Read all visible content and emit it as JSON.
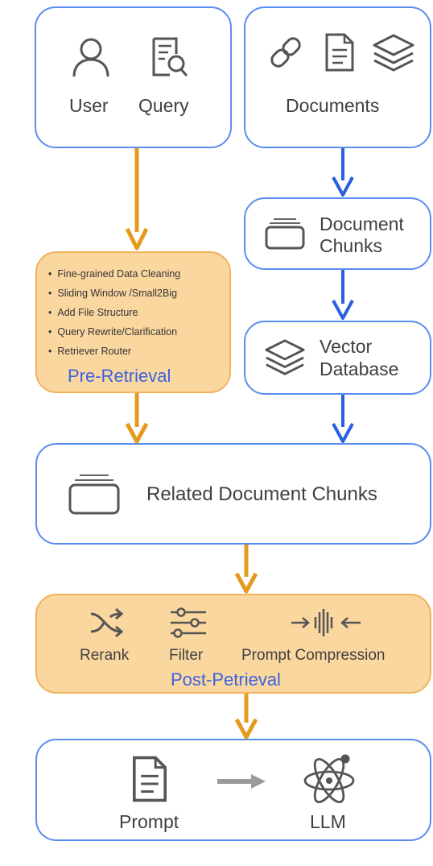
{
  "nodes": {
    "user_query": {
      "user_label": "User",
      "query_label": "Query"
    },
    "documents": {
      "label": "Documents"
    },
    "document_chunks": {
      "line1": "Document",
      "line2": "Chunks"
    },
    "vector_database": {
      "line1": "Vector",
      "line2": "Database"
    },
    "related_chunks": {
      "label": "Related Document Chunks"
    },
    "pre_retrieval": {
      "title": "Pre-Retrieval",
      "items": [
        "Fine-grained Data Cleaning",
        "Sliding Window /Small2Big",
        "Add File Structure",
        "Query Rewrite/Clarification",
        "Retriever Router"
      ]
    },
    "post_retrieval": {
      "title": "Post-Petrieval",
      "rerank": "Rerank",
      "filter": "Filter",
      "compression": "Prompt Compression"
    },
    "output": {
      "prompt": "Prompt",
      "llm": "LLM"
    }
  },
  "colors": {
    "blue_border": "#5b8cf0",
    "blue_arrow": "#2a5fe0",
    "orange_arrow": "#e59a1c",
    "orange_fill": "#fbd7a0",
    "orange_border": "#f0b25a",
    "stage_title": "#3a62e0",
    "gray_arrow": "#9a9a9a"
  },
  "icons": {
    "user": "user-icon",
    "query": "search-document-icon",
    "documents": [
      "link-icon",
      "document-icon",
      "layers-icon"
    ],
    "chunks": "folder-tray-icon",
    "vector": "layers-icon",
    "related": "folder-tray-icon",
    "rerank": "shuffle-icon",
    "filter": "sliders-icon",
    "compression": "compress-waveform-icon",
    "prompt": "document-icon",
    "llm": "atom-icon"
  }
}
